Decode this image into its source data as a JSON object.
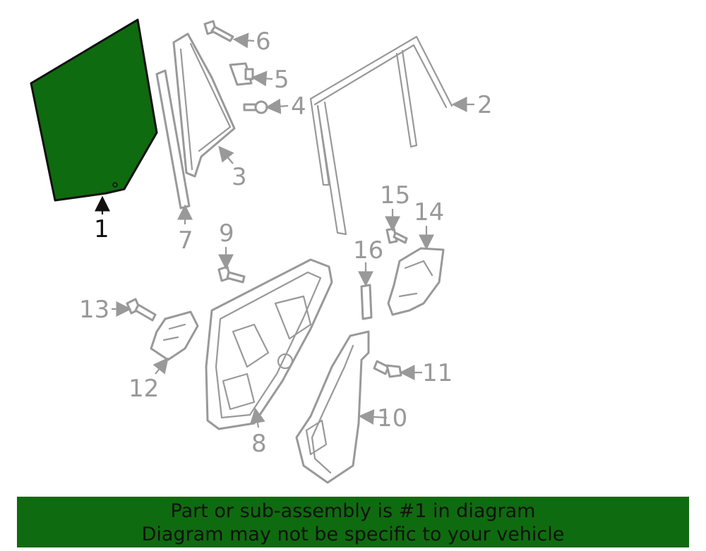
{
  "diagram": {
    "callouts": [
      "1",
      "2",
      "3",
      "4",
      "5",
      "6",
      "7",
      "8",
      "9",
      "10",
      "11",
      "12",
      "13",
      "14",
      "15",
      "16"
    ],
    "highlight_color": "#0f6b0f",
    "part_color": "#999999"
  },
  "banner": {
    "line1": "Part or sub-assembly is #1 in diagram",
    "line2": "Diagram may not be specific to your vehicle"
  }
}
